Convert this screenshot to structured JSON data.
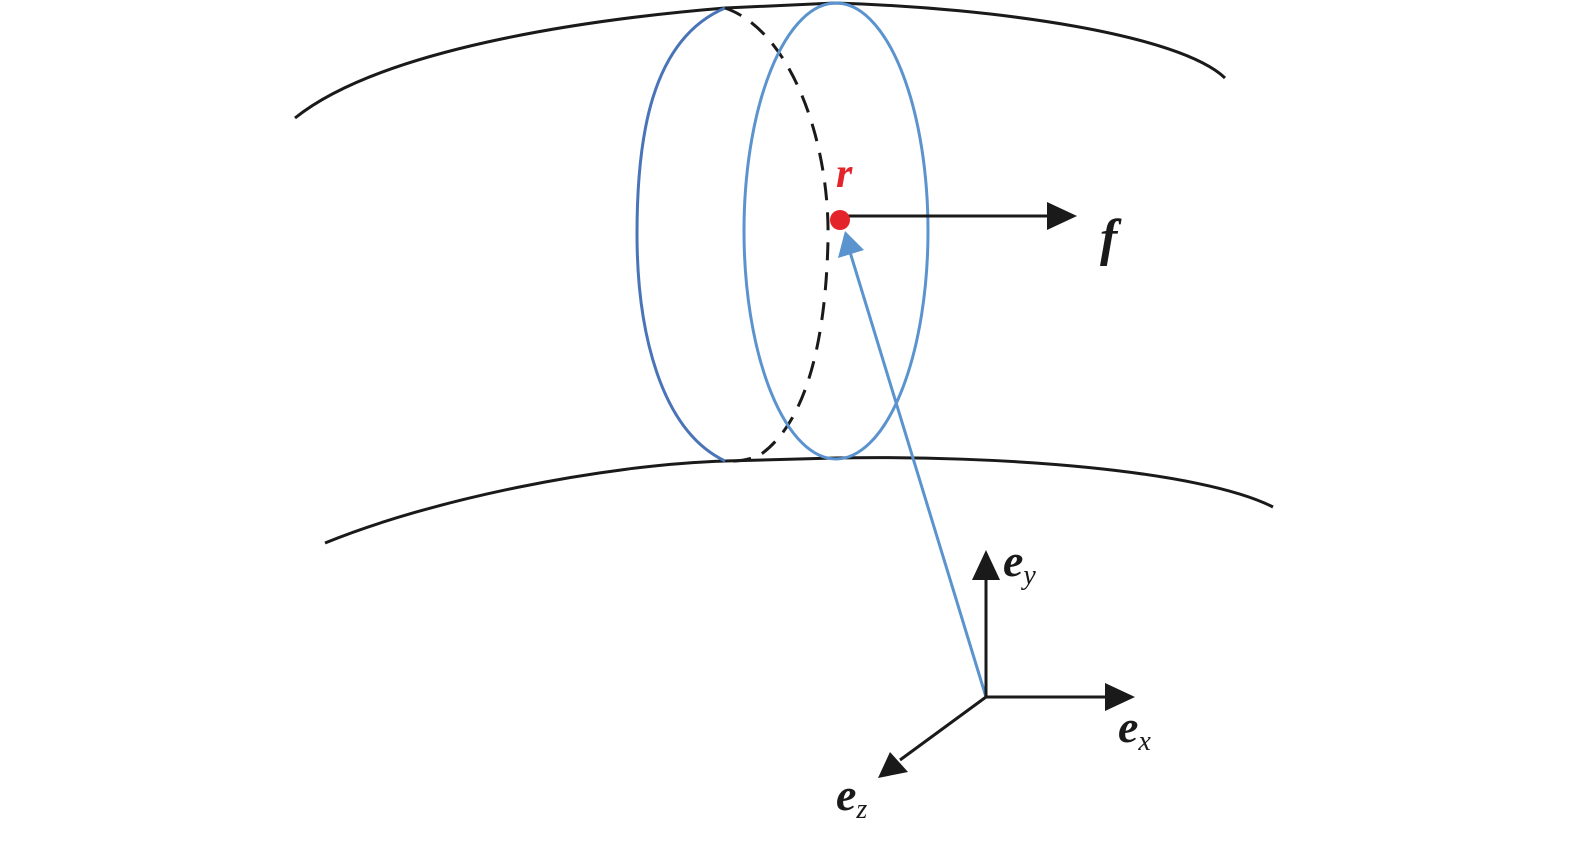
{
  "labels": {
    "position_vector": "r",
    "force": "f",
    "basis_base": "e",
    "ex_sub": "x",
    "ey_sub": "y",
    "ez_sub": "z"
  },
  "colors": {
    "outline": "#1a1a1a",
    "back_rim": "#4a74b8",
    "front_rim": "#5b93cf",
    "position_vector": "#5b93cf",
    "point": "#e3242b",
    "label_r": "#e3242b"
  }
}
